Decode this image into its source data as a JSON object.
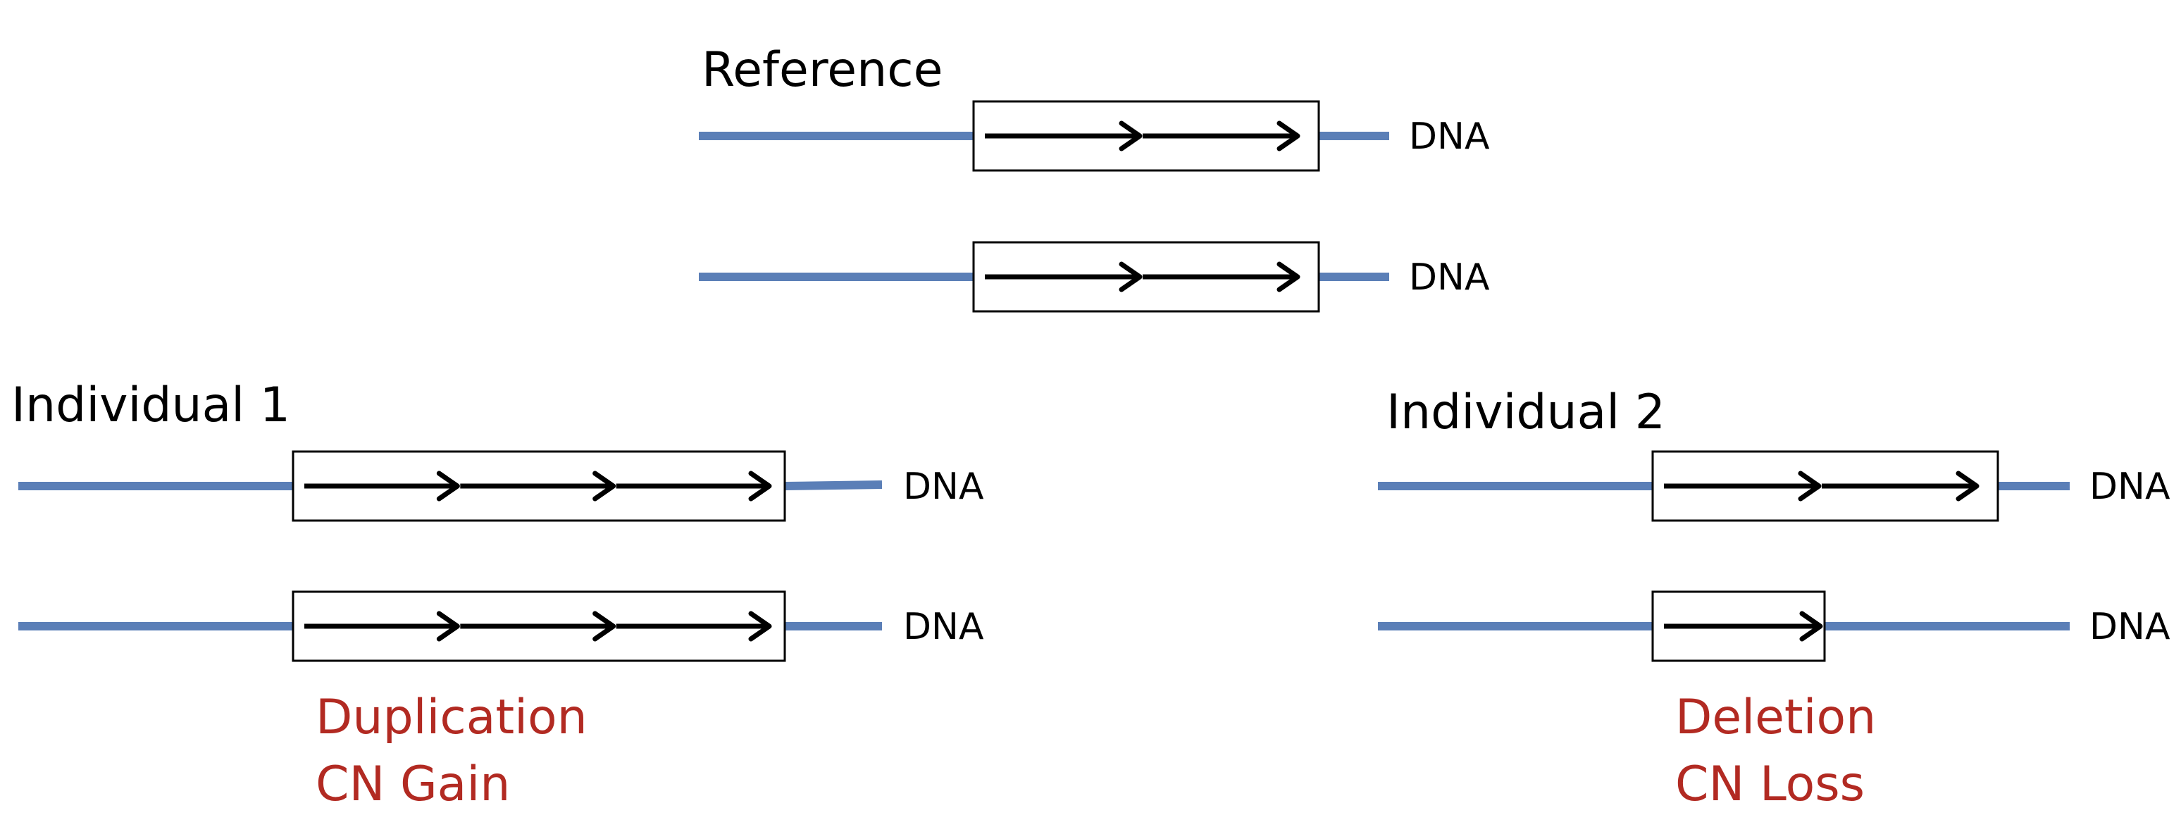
{
  "colors": {
    "dna_line": "#5b7fb7",
    "arrow": "#000000",
    "box_stroke": "#000000",
    "group_title": "#000000",
    "event_text": "#b22a22"
  },
  "reference": {
    "title": "Reference",
    "strands": [
      {
        "label": "DNA",
        "copies": 2
      },
      {
        "label": "DNA",
        "copies": 2
      }
    ]
  },
  "individual1": {
    "title": "Individual 1",
    "strands": [
      {
        "label": "DNA",
        "copies": 3
      },
      {
        "label": "DNA",
        "copies": 3
      }
    ],
    "event": {
      "line1": "Duplication",
      "line2": "CN Gain"
    }
  },
  "individual2": {
    "title": "Individual 2",
    "strands": [
      {
        "label": "DNA",
        "copies": 2
      },
      {
        "label": "DNA",
        "copies": 1
      }
    ],
    "event": {
      "line1": "Deletion",
      "line2": "CN Loss"
    }
  }
}
